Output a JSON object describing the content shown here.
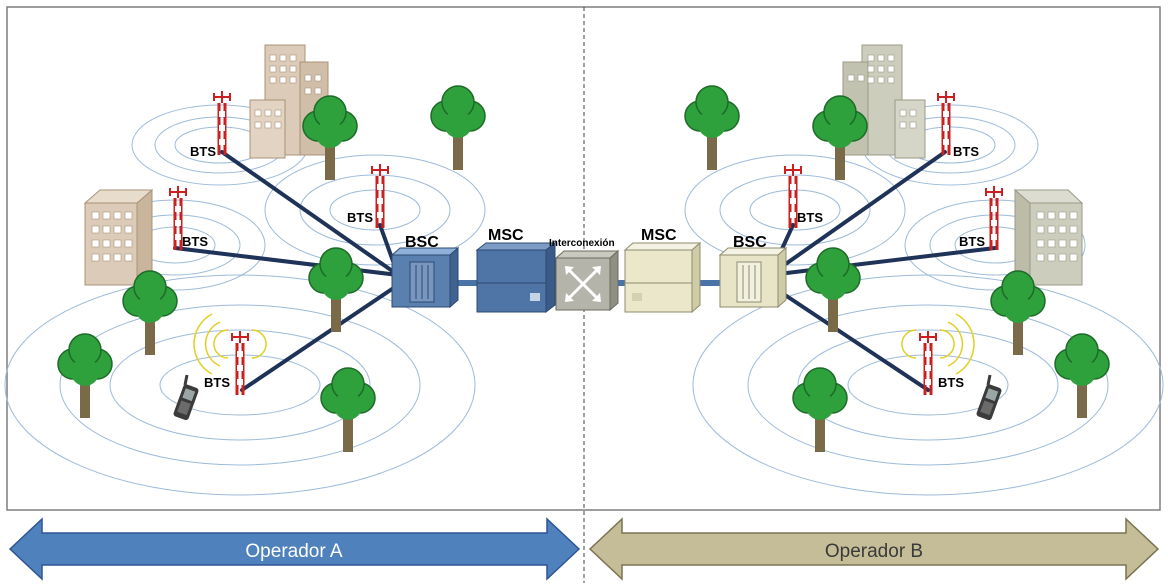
{
  "diagram": {
    "bts_label": "BTS",
    "bsc_label": "BSC",
    "msc_label": "MSC",
    "interconnect_label": "Interconexión"
  },
  "operators": {
    "a": {
      "label": "Operador A",
      "color": "#4f81bd"
    },
    "b": {
      "label": "Operador B",
      "color": "#c4bd97"
    }
  },
  "colors": {
    "link": "#1f3257",
    "ring": "#9dbbd9",
    "frame": "#7f7f7f",
    "tree": "#2ea03c",
    "trunk": "#7a6a48",
    "building_a": "#dccbb8",
    "building_b": "#cdcdbd",
    "equipment_a": "#5a80b0",
    "equipment_b": "#e8e4c8"
  }
}
